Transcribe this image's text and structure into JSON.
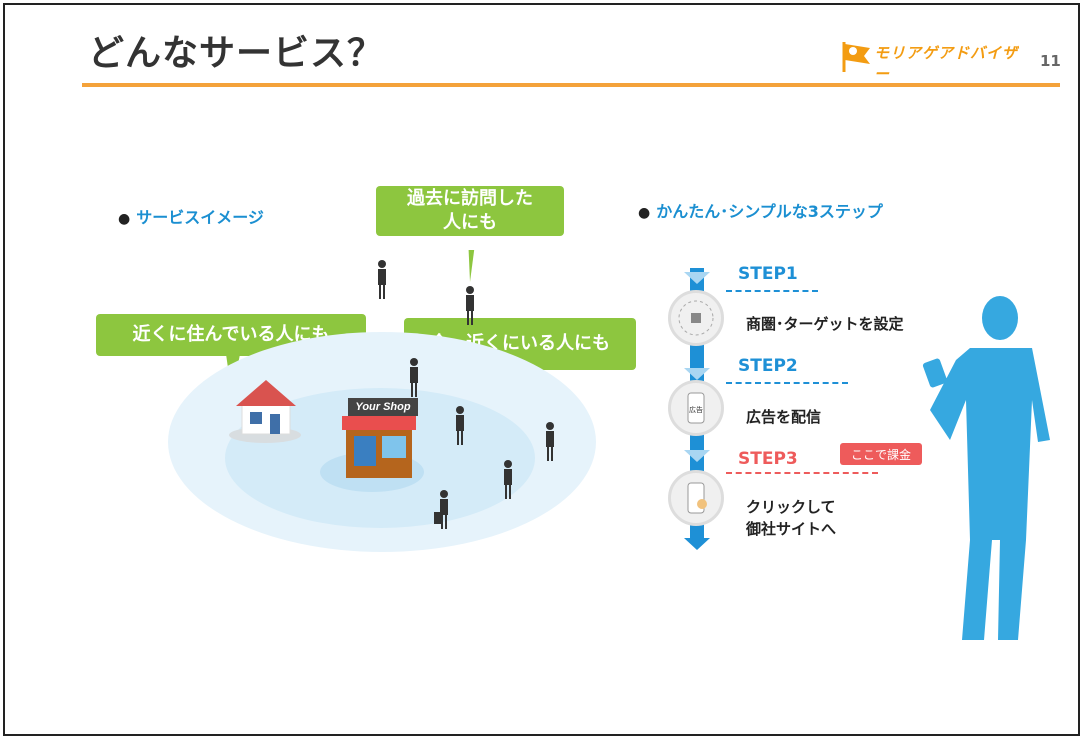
{
  "slide": {
    "title": "どんなサービス？",
    "page_number": "11",
    "logo_text": "モリアゲアドバイザー"
  },
  "left": {
    "heading": "サービスイメージ",
    "bubbles": {
      "past": "過去に訪問した\n人にも",
      "resident": "近くに住んでいる人にも",
      "nearby": "今、近くにいる人にも"
    },
    "shop_sign": "Your Shop"
  },
  "right": {
    "heading": "かんたん･シンプルな3ステップ",
    "steps": [
      {
        "label": "STEP1",
        "text": "商圏･ターゲットを設定"
      },
      {
        "label": "STEP2",
        "text": "広告を配信"
      },
      {
        "label": "STEP3",
        "text": "クリックして\n御社サイトへ"
      }
    ],
    "charge_badge": "ここで課金",
    "phone_ad_text": "広告"
  },
  "colors": {
    "accent_orange": "#f4a23a",
    "bubble_green": "#8dc63f",
    "step_blue": "#1e90d6",
    "step3_red": "#ee5b5b"
  }
}
